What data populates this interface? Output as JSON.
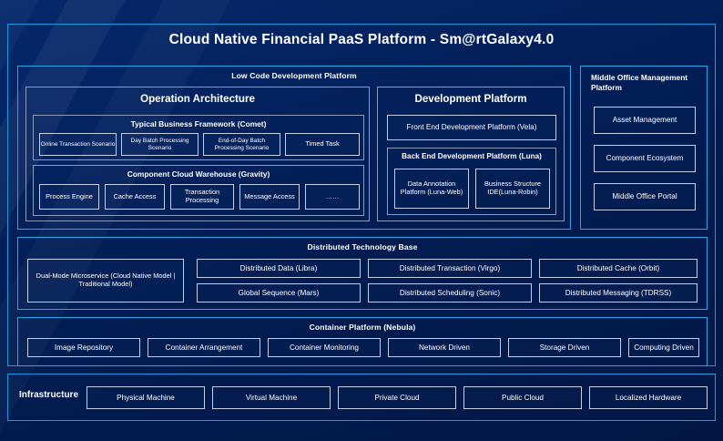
{
  "diagram": {
    "title": "Cloud Native Financial PaaS Platform - Sm@rtGalaxy4.0",
    "colors": {
      "background": "#021d53",
      "frame_border": "#1b9ae0",
      "panel_border": "#2aa5e8",
      "box_border": "#c7cfe3",
      "text": "#ffffff"
    },
    "low_code": {
      "header": "Low Code Development Platform",
      "operation_architecture": {
        "title": "Operation Architecture",
        "groups": [
          {
            "title": "Typical Business Framework (Comet)",
            "items": [
              "Online Transaction Scenario",
              "Day Batch Processing Scenario",
              "End-of-Day Batch Processing Scenario",
              "Timed Task"
            ]
          },
          {
            "title": "Component Cloud Warehouse (Gravity)",
            "items": [
              "Process Engine",
              "Cache Access",
              "Transaction Processing",
              "Message Access",
              "……"
            ]
          }
        ]
      },
      "development_platform": {
        "title": "Development Platform",
        "front_end": "Front End Development Platform (Vela)",
        "back_end": {
          "title": "Back End Development Platform (Luna)",
          "items": [
            "Data Annotation Platform (Luna-Web)",
            "Business Structure IDE(Luna-Robin)"
          ]
        }
      }
    },
    "middle_office": {
      "header": "Middle Office Management Platform",
      "items": [
        "Asset Management",
        "Component Ecosystem",
        "Middle Office Portal"
      ]
    },
    "distributed_base": {
      "header": "Distributed Technology Base",
      "feature": "Dual-Mode Microservice (Cloud Native Model | Traditional Model)",
      "grid": [
        "Distributed Data (Libra)",
        "Distributed Transaction (Virgo)",
        "Distributed Cache (Orbit)",
        "Global Sequence (Mars)",
        "Distributed Scheduling (Sonic)",
        "Distributed Messaging (TDRSS)"
      ]
    },
    "container_platform": {
      "header": "Container Platform (Nebula)",
      "items": [
        "Image Repository",
        "Container Arrangement",
        "Container Monitoring",
        "Network Driven",
        "Storage Driven",
        "Computing Driven"
      ]
    },
    "infrastructure": {
      "label": "Infrastructure",
      "items": [
        "Physical Machine",
        "Virtual Machine",
        "Private Cloud",
        "Public Cloud",
        "Localized Hardware"
      ]
    }
  }
}
